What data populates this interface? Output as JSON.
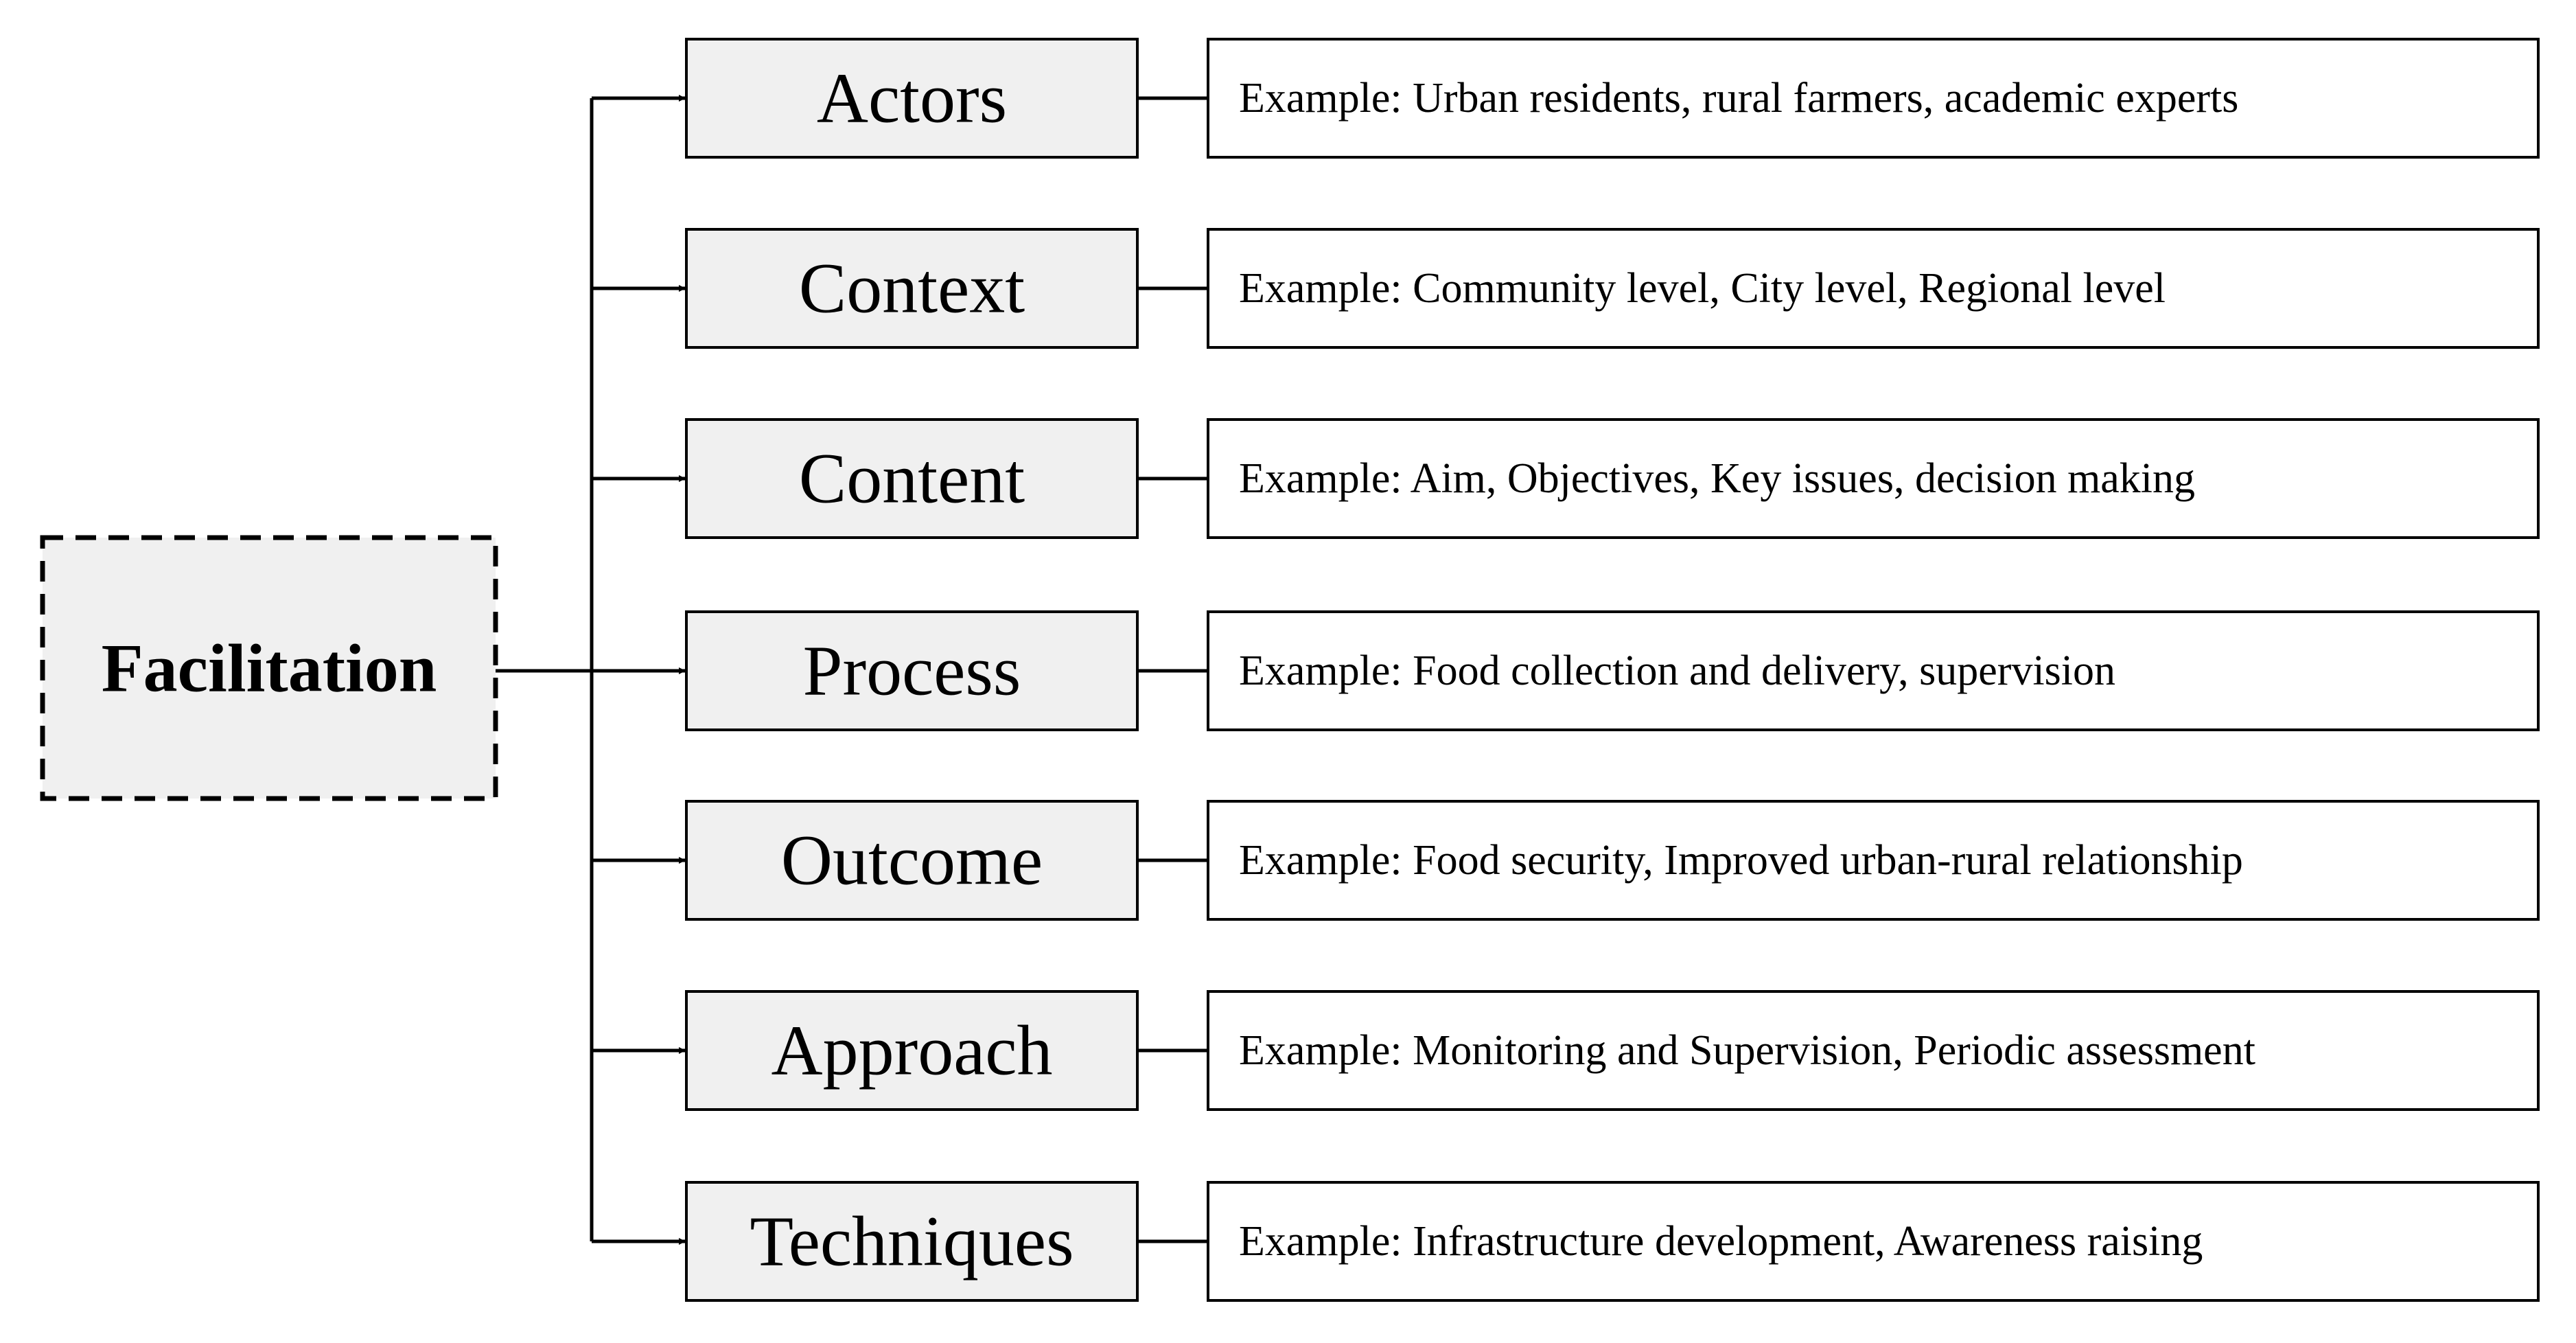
{
  "root": {
    "label": "Facilitation"
  },
  "items": [
    {
      "label": "Actors",
      "example": "Example: Urban residents,  rural farmers, academic experts"
    },
    {
      "label": "Context",
      "example": "Example: Community level, City level, Regional level"
    },
    {
      "label": "Content",
      "example": "Example: Aim, Objectives, Key issues, decision making"
    },
    {
      "label": "Process",
      "example": "Example: Food collection and delivery, supervision"
    },
    {
      "label": "Outcome",
      "example": "Example: Food security, Improved urban-rural relationship"
    },
    {
      "label": "Approach",
      "example": "Example: Monitoring and Supervision, Periodic assessment"
    },
    {
      "label": "Techniques",
      "example": "Example: Infrastructure development, Awareness raising"
    }
  ]
}
